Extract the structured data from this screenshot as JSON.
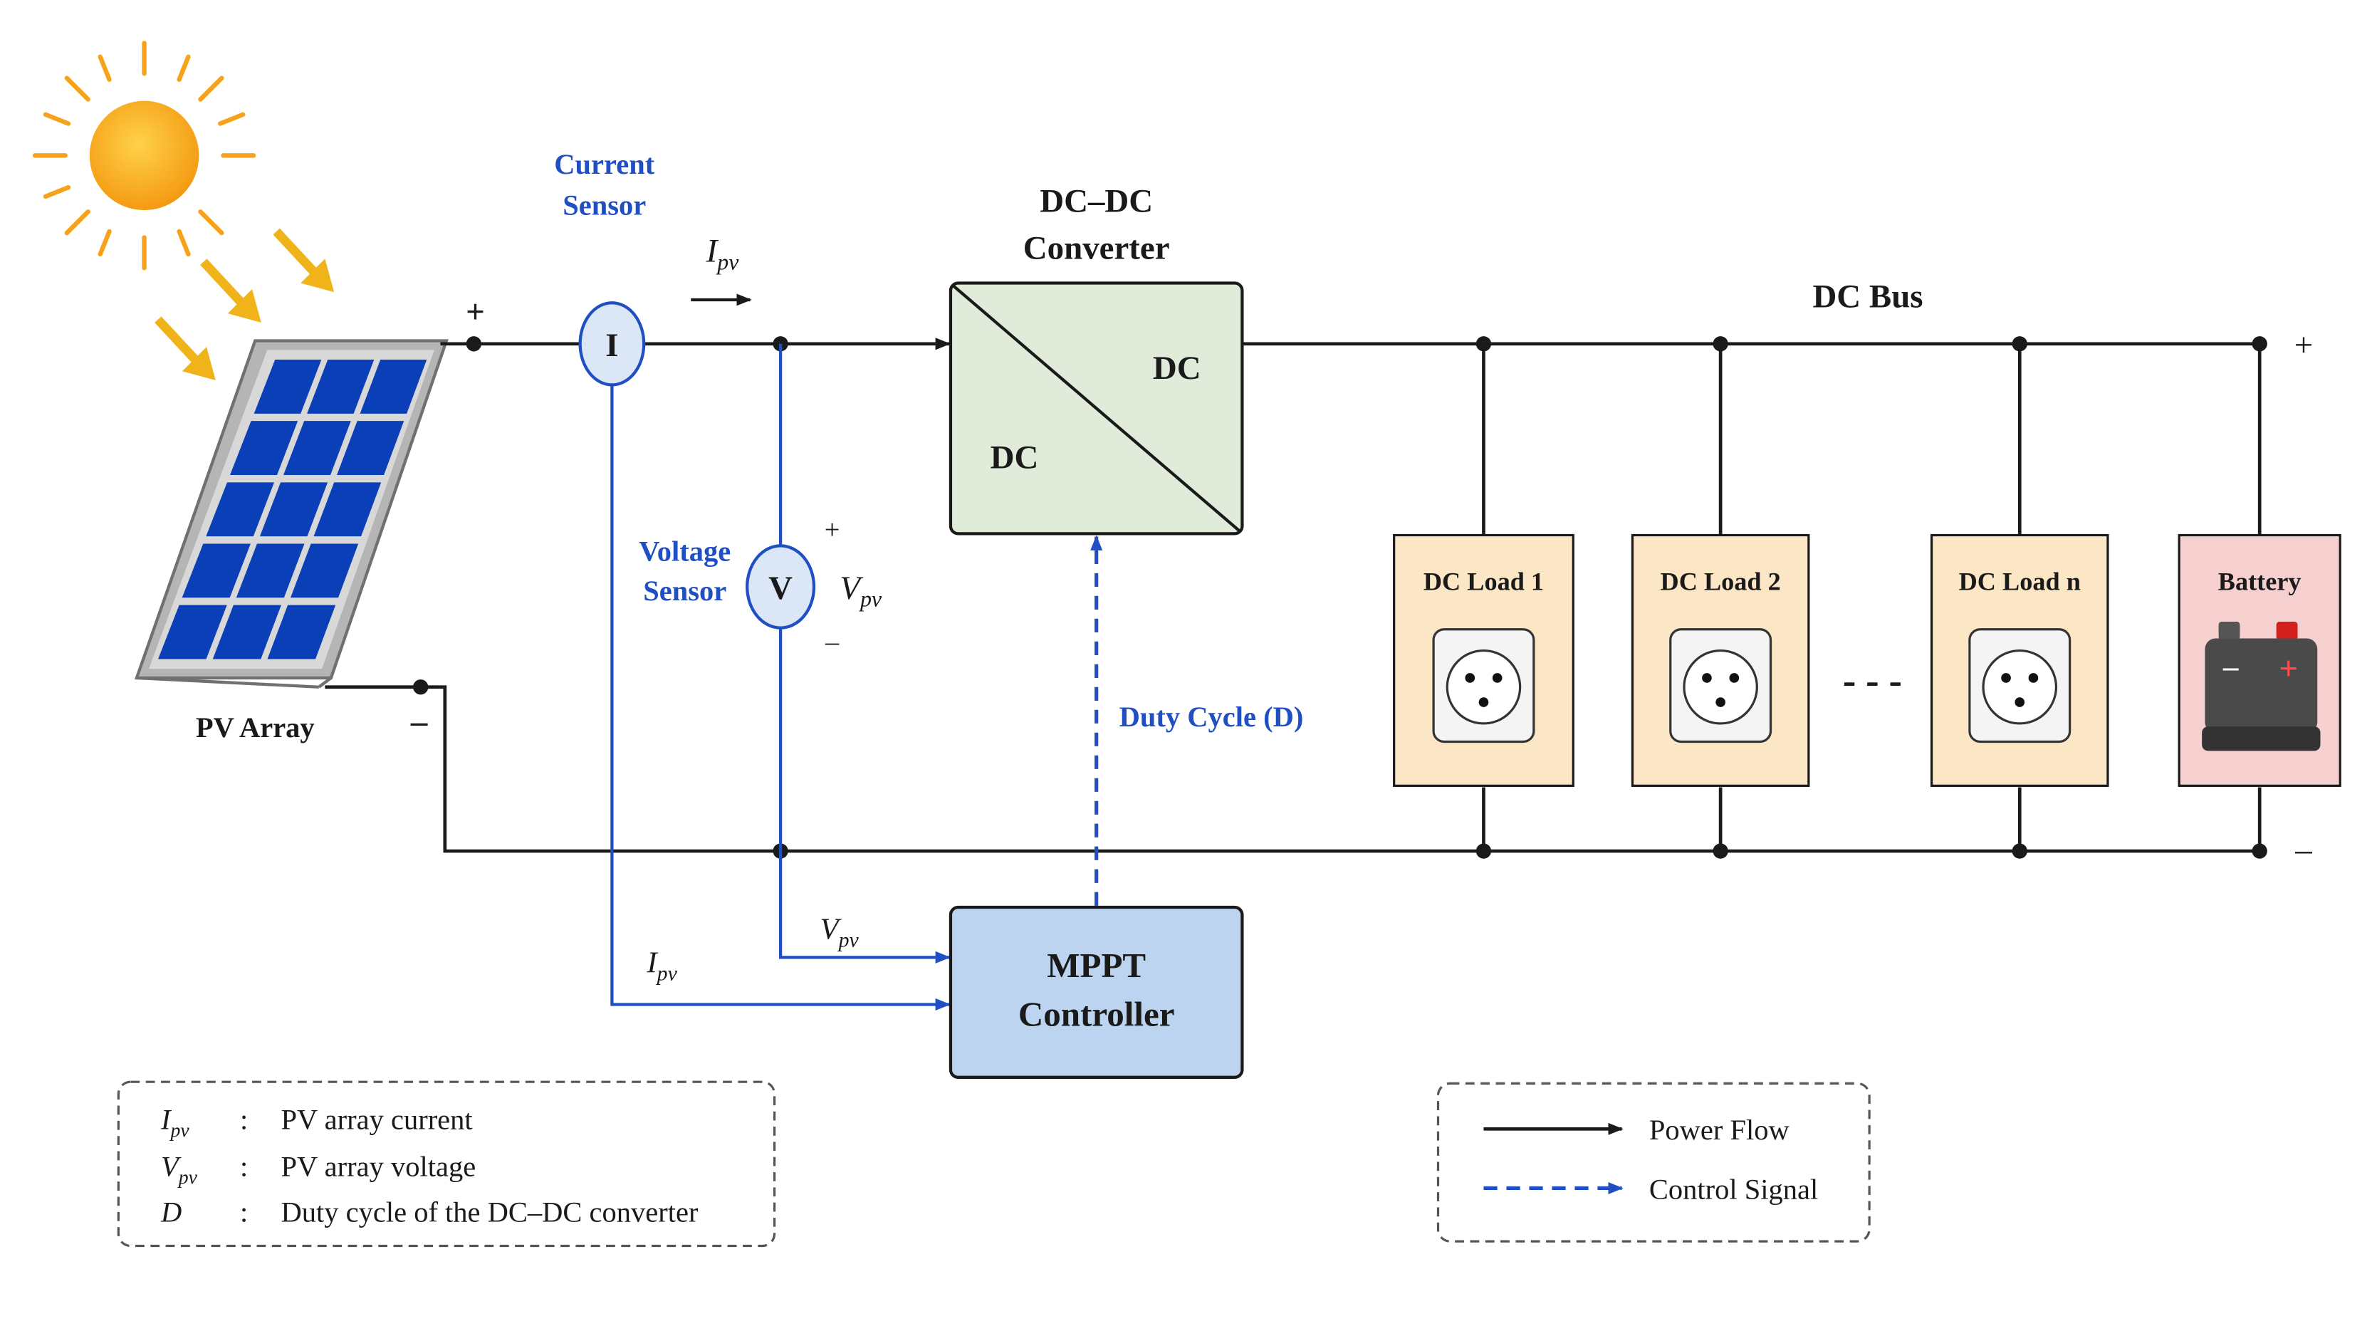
{
  "colors": {
    "wire": "#1a1a1a",
    "control": "#1f4fc2",
    "sun": "#f7a21b",
    "sun_core": "#fbb040",
    "ray": "#f0b41a",
    "panel_frame": "#9a9a9a",
    "panel_cell": "#0a3db5",
    "converter_fill": "#e1ebd9",
    "mppt_fill": "#bcd4ef",
    "load_fill": "#fbe6c6",
    "battery_fill": "#f6cfcf"
  },
  "labels": {
    "pv_array": "PV Array",
    "current_sensor_line1": "Current",
    "current_sensor_line2": "Sensor",
    "current_sensor_symbol": "I",
    "voltage_sensor_line1": "Voltage",
    "voltage_sensor_line2": "Sensor",
    "voltage_sensor_symbol": "V",
    "converter_title_line1": "DC–DC",
    "converter_title_line2": "Converter",
    "converter_in": "DC",
    "converter_out": "DC",
    "dc_bus": "DC Bus",
    "duty_cycle": "Duty Cycle (D)",
    "mppt_line1": "MPPT",
    "mppt_line2": "Controller",
    "plus": "+",
    "minus": "–",
    "ellipsis": "- - -",
    "ipv_main": "I",
    "ipv_sub": "pv",
    "vpv_main": "V",
    "vpv_sub": "pv"
  },
  "loads": [
    {
      "label": "DC Load 1"
    },
    {
      "label": "DC Load 2"
    },
    {
      "label": "DC Load n"
    }
  ],
  "battery": {
    "label": "Battery",
    "minus": "–",
    "plus": "+"
  },
  "legend_symbols": [
    {
      "main": "I",
      "sub": "pv",
      "sep": ":",
      "desc": "PV array current"
    },
    {
      "main": "V",
      "sub": "pv",
      "sep": ":",
      "desc": "PV array voltage"
    },
    {
      "main": "D",
      "sub": "",
      "sep": ":",
      "desc": "Duty cycle of the DC–DC converter"
    }
  ],
  "legend_lines": [
    {
      "label": "Power Flow",
      "style": "solid"
    },
    {
      "label": "Control Signal",
      "style": "dashed"
    }
  ]
}
